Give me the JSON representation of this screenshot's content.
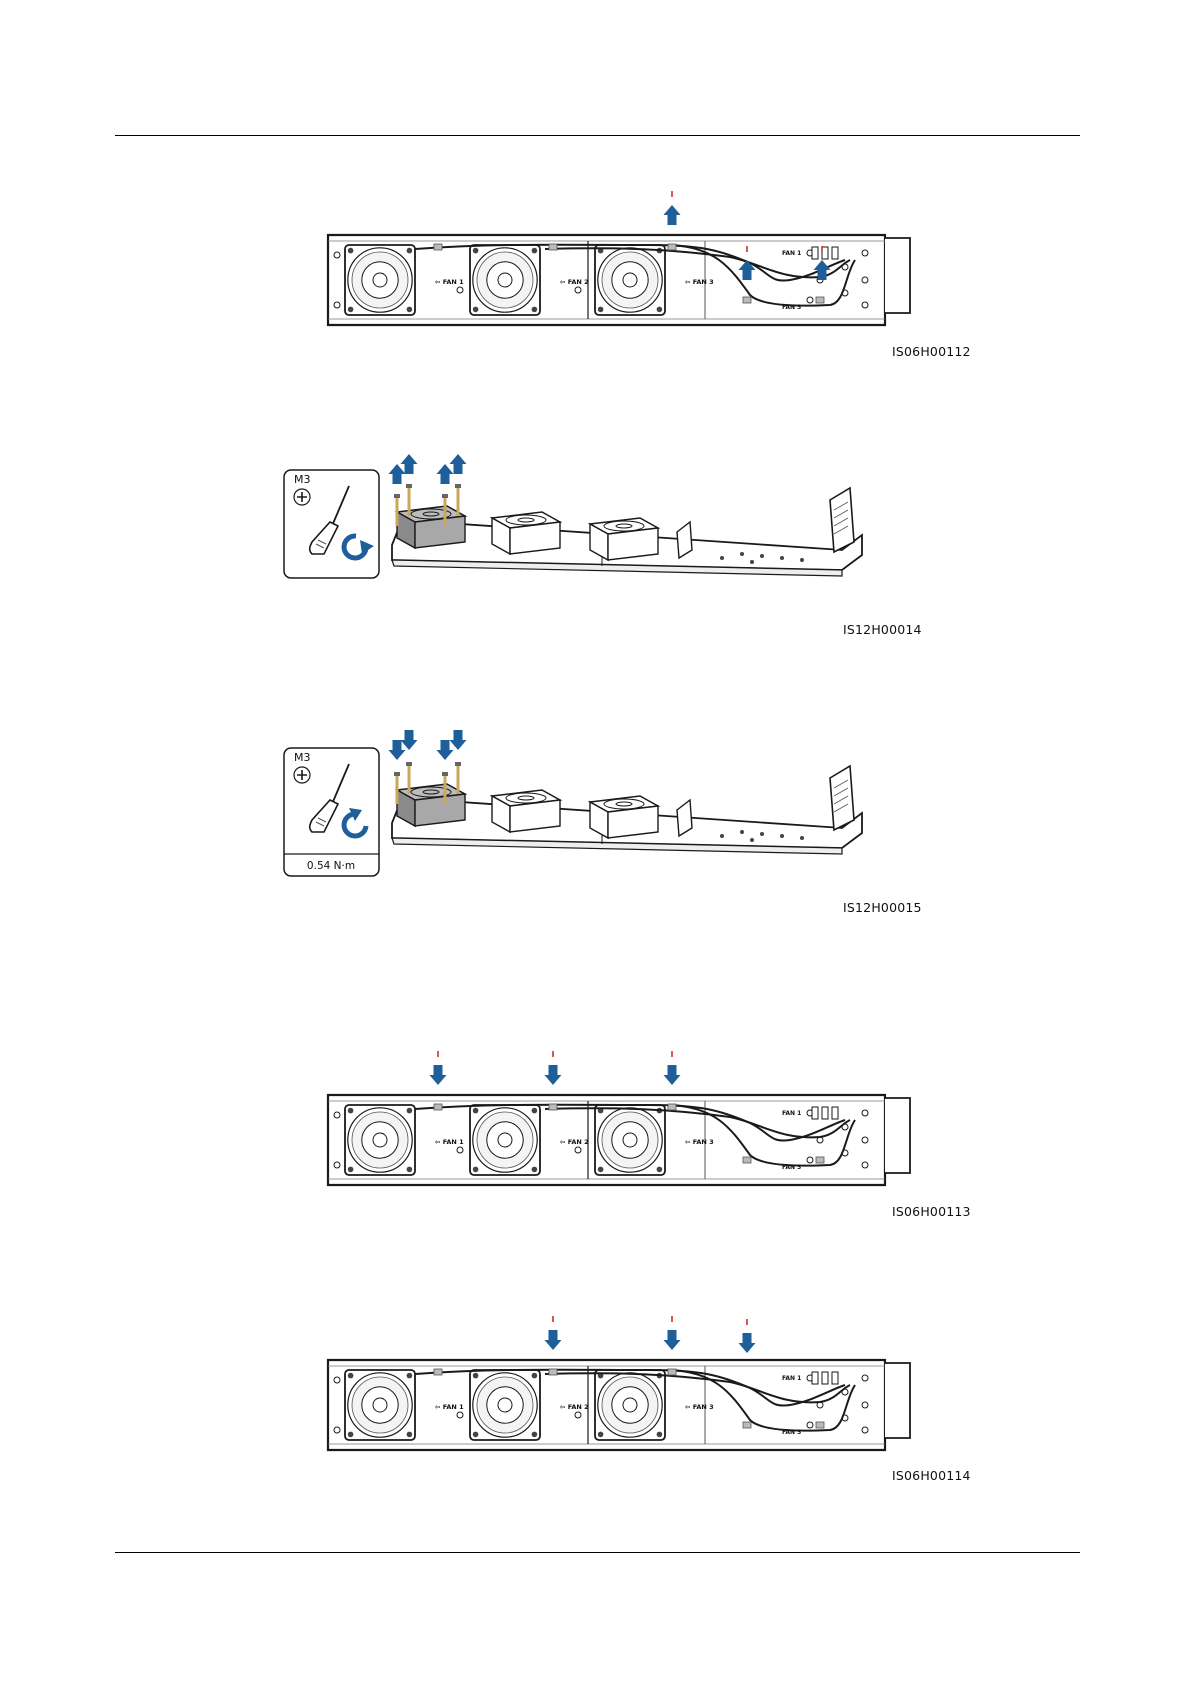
{
  "figures": [
    {
      "id": "IS06H00112",
      "caption": "IS06H00112",
      "fan_labels": [
        "FAN 1",
        "FAN 2",
        "FAN 3"
      ],
      "panel_labels": [
        "FAN 1",
        "FAN 3"
      ],
      "arrow_direction": "up"
    },
    {
      "id": "IS12H00014",
      "caption": "IS12H00014",
      "tool": {
        "screw_type": "M3",
        "rotation": "counter-clockwise",
        "torque": ""
      },
      "arrow_direction": "up"
    },
    {
      "id": "IS12H00015",
      "caption": "IS12H00015",
      "tool": {
        "screw_type": "M3",
        "rotation": "clockwise",
        "torque": "0.54 N·m"
      },
      "arrow_direction": "down"
    },
    {
      "id": "IS06H00113",
      "caption": "IS06H00113",
      "fan_labels": [
        "FAN 1",
        "FAN 2",
        "FAN 3"
      ],
      "panel_labels": [
        "FAN 1",
        "FAN 3"
      ],
      "arrow_direction": "down"
    },
    {
      "id": "IS06H00114",
      "caption": "IS06H00114",
      "fan_labels": [
        "FAN 1",
        "FAN 2",
        "FAN 3"
      ],
      "panel_labels": [
        "FAN 1",
        "FAN 3"
      ],
      "arrow_direction": "down"
    }
  ],
  "colors": {
    "arrow": "#1e5f99",
    "red_mark": "#d42b2b",
    "line": "#1a1a1a",
    "screw": "#c8a85a"
  }
}
